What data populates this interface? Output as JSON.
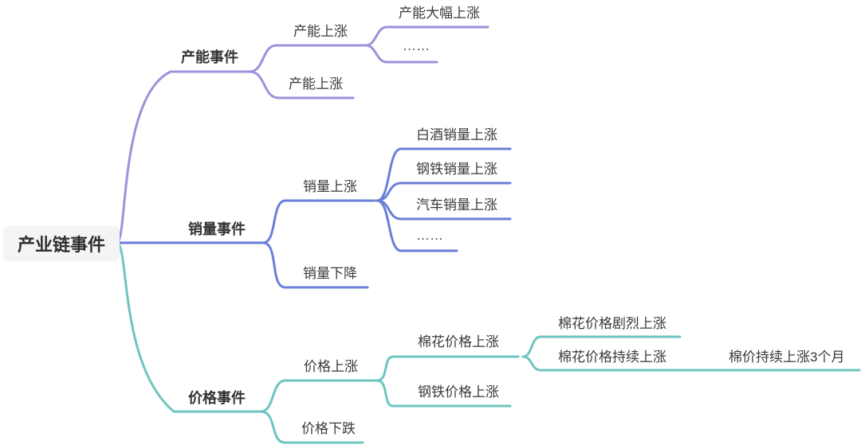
{
  "root": {
    "label": "产业链事件"
  },
  "colors": {
    "capacity_branch": "#a18fdb",
    "sales_branch": "#6a7fd6",
    "price_branch": "#6fc4bf",
    "text": "#3a3a3a",
    "root_background": "#f4f4f5"
  },
  "branches": [
    {
      "label": "产能事件",
      "color": "#a18fdb",
      "children": [
        {
          "label": "产能上涨",
          "children": [
            {
              "label": "产能大幅上涨"
            },
            {
              "label": "……"
            }
          ]
        },
        {
          "label": "产能上涨"
        }
      ]
    },
    {
      "label": "销量事件",
      "color": "#6a7fd6",
      "children": [
        {
          "label": "销量上涨",
          "children": [
            {
              "label": "白酒销量上涨"
            },
            {
              "label": "钢铁销量上涨"
            },
            {
              "label": "汽车销量上涨"
            },
            {
              "label": "……"
            }
          ]
        },
        {
          "label": "销量下降"
        }
      ]
    },
    {
      "label": "价格事件",
      "color": "#6fc4bf",
      "children": [
        {
          "label": "价格上涨",
          "children": [
            {
              "label": "棉花价格上涨",
              "children": [
                {
                  "label": "棉花价格剧烈上涨"
                },
                {
                  "label": "棉花价格持续上涨",
                  "children": [
                    {
                      "label": "棉价持续上涨3个月"
                    }
                  ]
                }
              ]
            },
            {
              "label": "钢铁价格上涨"
            }
          ]
        },
        {
          "label": "价格下跌"
        }
      ]
    }
  ]
}
